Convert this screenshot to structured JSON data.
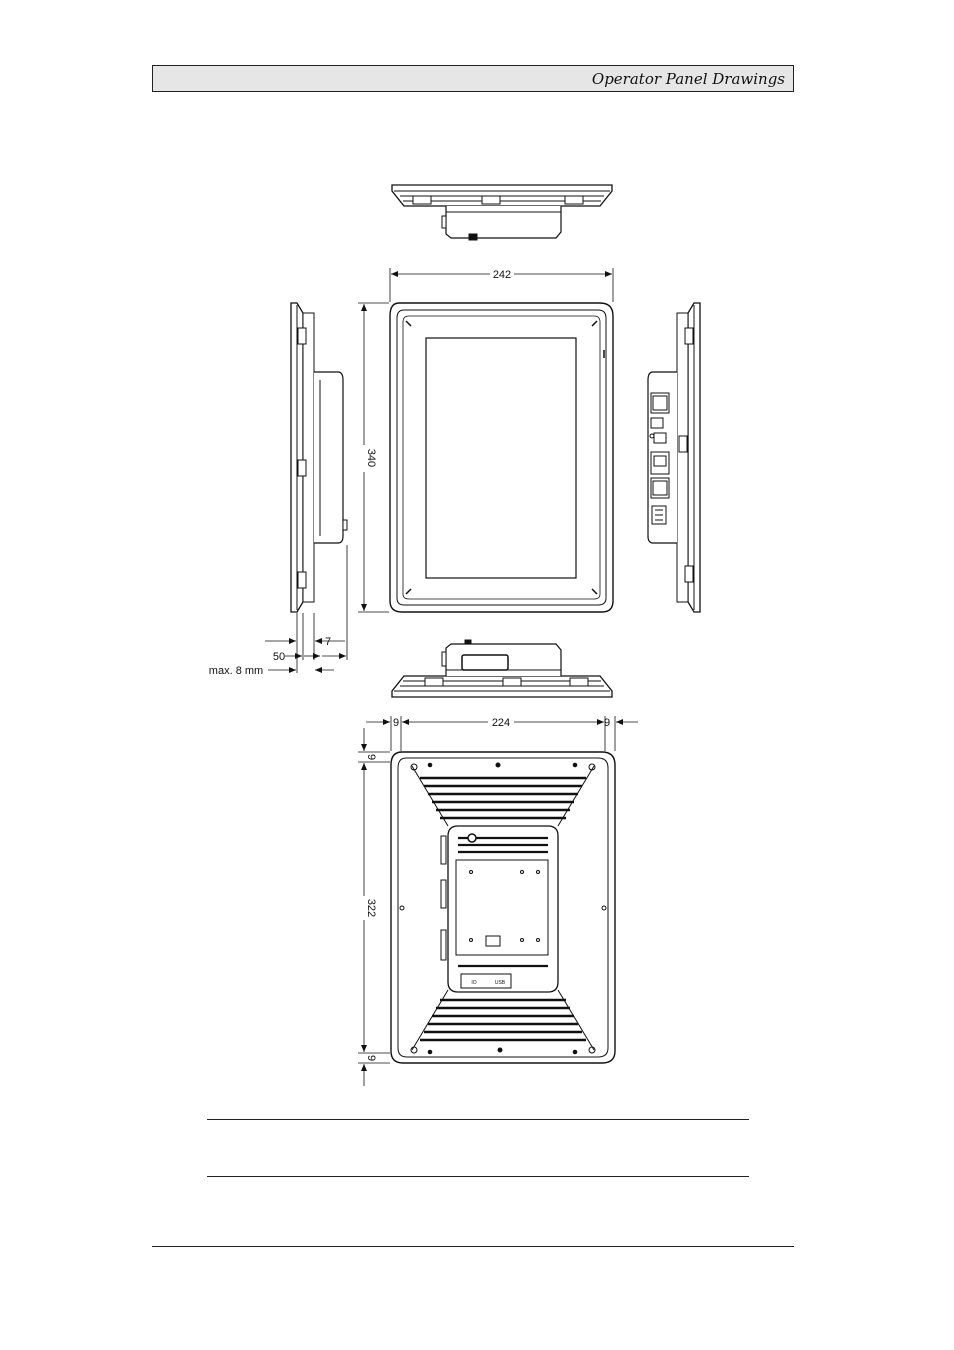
{
  "header": {
    "title": "Operator Panel Drawings"
  },
  "dimensions": {
    "front_width": "242",
    "front_height": "340",
    "side_depth_a": "7",
    "side_depth_b": "50",
    "side_note": "max. 8 mm",
    "rear_margin_left": "9",
    "rear_center_width": "224",
    "rear_margin_right": "9",
    "rear_margin_top": "9",
    "rear_center_height": "322",
    "rear_margin_bottom": "9"
  },
  "rear_labels": {
    "port_a": "IO",
    "port_b": "USB"
  }
}
